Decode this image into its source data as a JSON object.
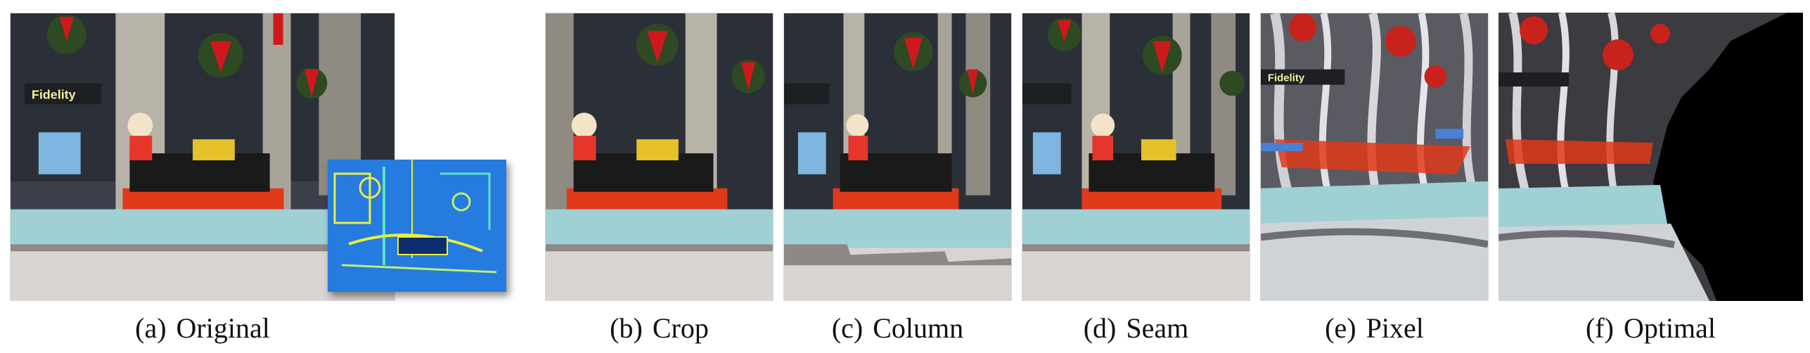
{
  "panels": [
    {
      "tag": "(a)",
      "label": "Original"
    },
    {
      "tag": "(b)",
      "label": "Crop"
    },
    {
      "tag": "(c)",
      "label": "Column"
    },
    {
      "tag": "(d)",
      "label": "Seam"
    },
    {
      "tag": "(e)",
      "label": "Pixel"
    },
    {
      "tag": "(f)",
      "label": "Optimal"
    }
  ],
  "colors": {
    "background": "#ffffff",
    "sky_wall": "#3a3f4a",
    "column": "#b8b3a8",
    "wreath": "#2d4a23",
    "bow": "#d0181c",
    "platform": "#e03a1a",
    "water": "#9fd0d4",
    "pavement": "#d8d4d2",
    "energy_bg": "#1f6fd6",
    "energy_hi": "#e9f03a",
    "black_region": "#000000"
  },
  "texts": {
    "sign": "Fidelity"
  }
}
